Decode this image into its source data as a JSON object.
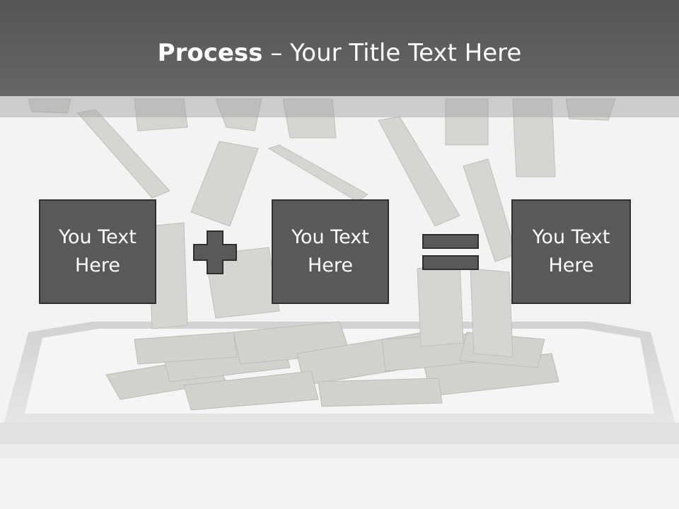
{
  "slide": {
    "title_bold": "Process",
    "title_dash": " – ",
    "title_rest": "Your Title Text Here",
    "boxes": [
      {
        "line1": "You Text",
        "line2": "Here"
      },
      {
        "line1": "You Text",
        "line2": "Here"
      },
      {
        "line1": "You Text",
        "line2": "Here"
      }
    ],
    "operators": [
      "plus-icon",
      "equals-icon"
    ],
    "colors": {
      "title_bar": "#5a5a5a",
      "box_fill": "#595959",
      "box_border": "#2f2f2f",
      "text": "#ffffff"
    }
  }
}
